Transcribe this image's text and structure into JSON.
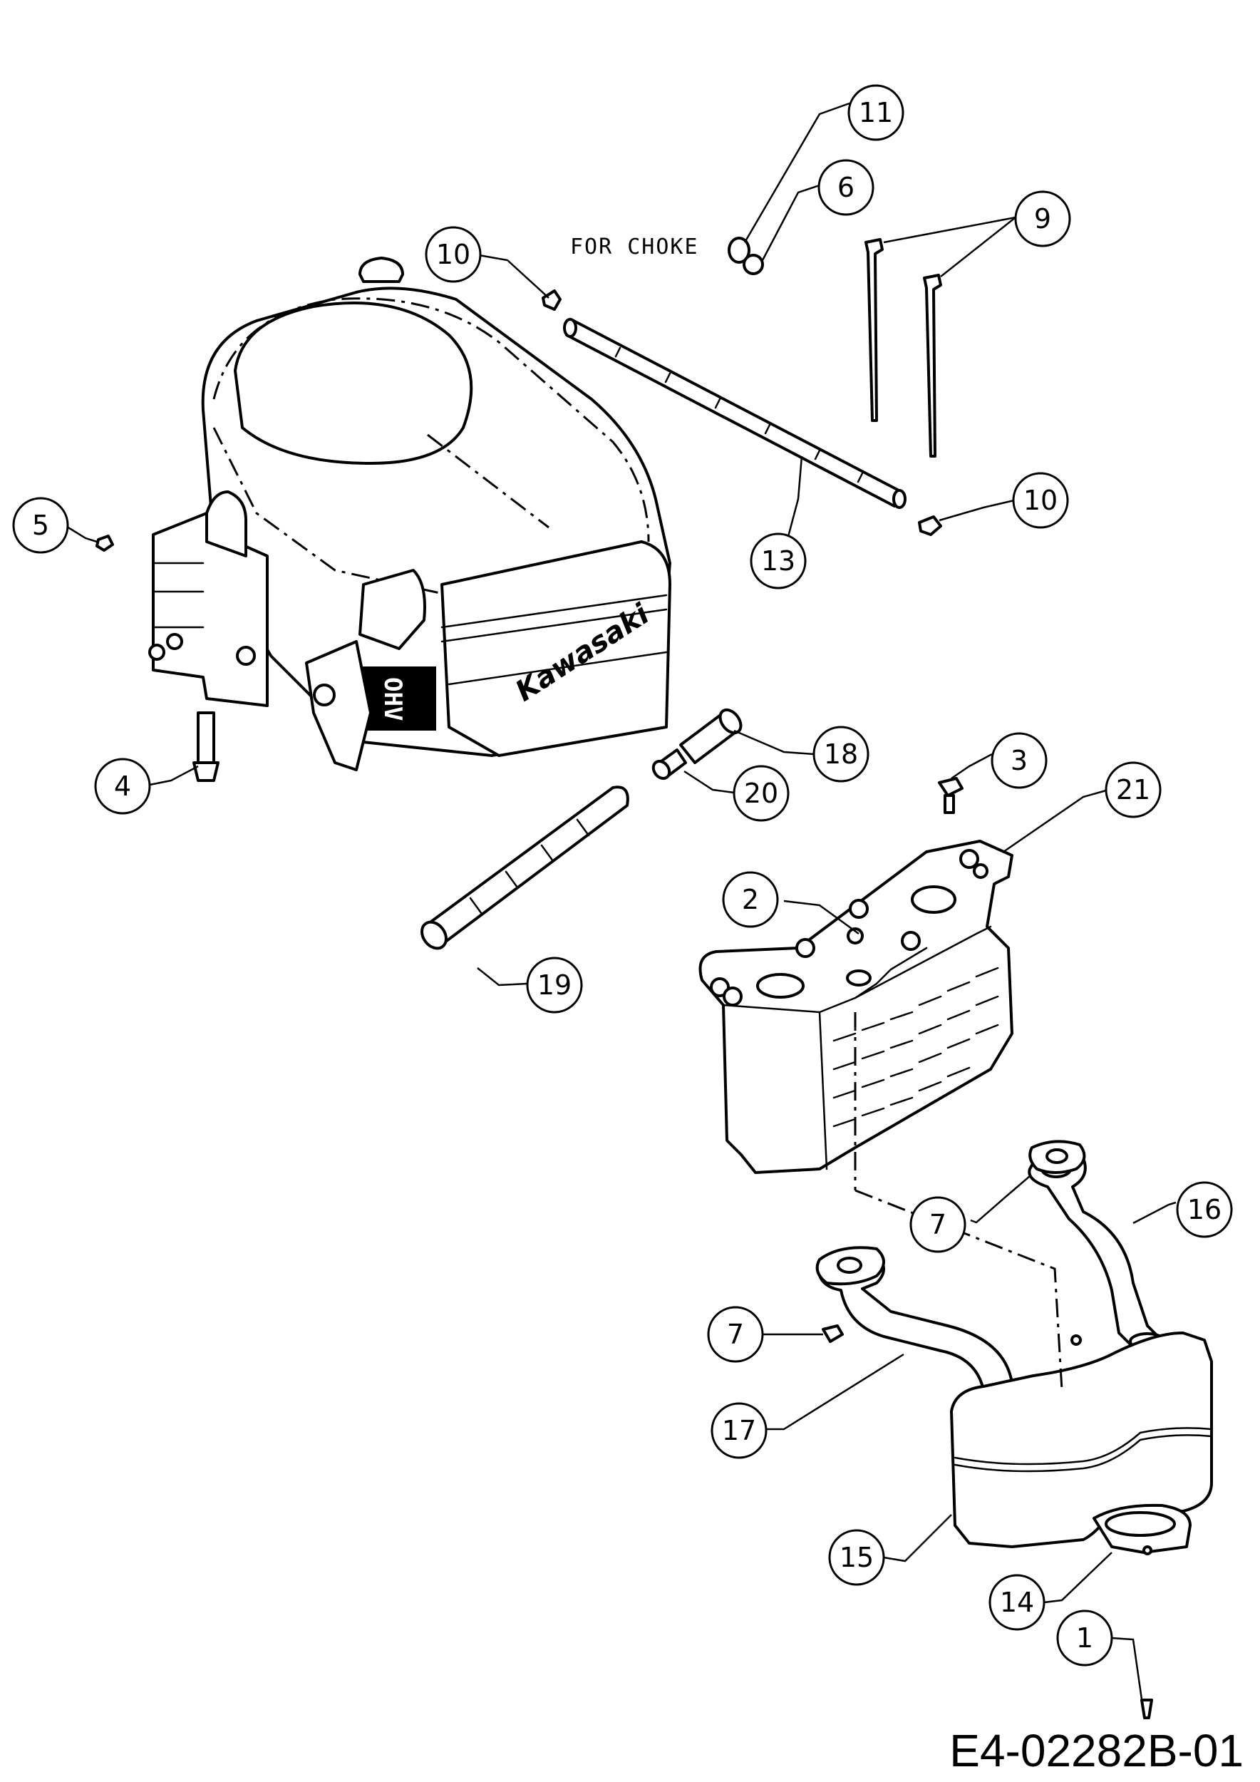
{
  "note": "FOR CHOKE",
  "brand": "Kawasaki",
  "engine_badge": "OHV",
  "drawing_number": "E4-02282B-01",
  "callouts": [
    "1",
    "2",
    "3",
    "4",
    "5",
    "6",
    "7",
    "7",
    "9",
    "10",
    "10",
    "11",
    "13",
    "14",
    "15",
    "16",
    "17",
    "18",
    "19",
    "20",
    "21"
  ]
}
